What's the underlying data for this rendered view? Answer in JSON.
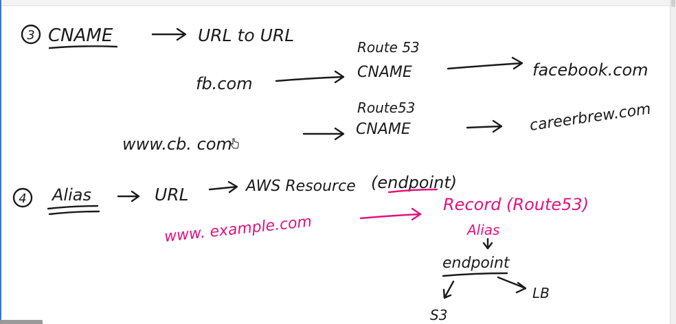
{
  "section3": {
    "number": "3",
    "title": "CNAME",
    "rule": "URL to URL",
    "example1": {
      "from": "fb.com",
      "label_top": "Route 53",
      "label": "CNAME",
      "to": "facebook.com"
    },
    "example2": {
      "from": "www.cb. com",
      "label_top": "Route53",
      "label": "CNAME",
      "to": "careerbrew.com"
    }
  },
  "section4": {
    "number": "4",
    "title": "Alias",
    "rule_part1": "URL",
    "rule_part2": "AWS Resource",
    "rule_paren": "(endpoint)",
    "example_from": "www. example.com",
    "example_to": "Record (Route53)",
    "alias_label": "Alias",
    "endpoint_label": "endpoint",
    "branch_right": "LB",
    "branch_left": "S3"
  },
  "colors": {
    "ink": "#1a1a1a",
    "highlight": "#e0137d"
  }
}
